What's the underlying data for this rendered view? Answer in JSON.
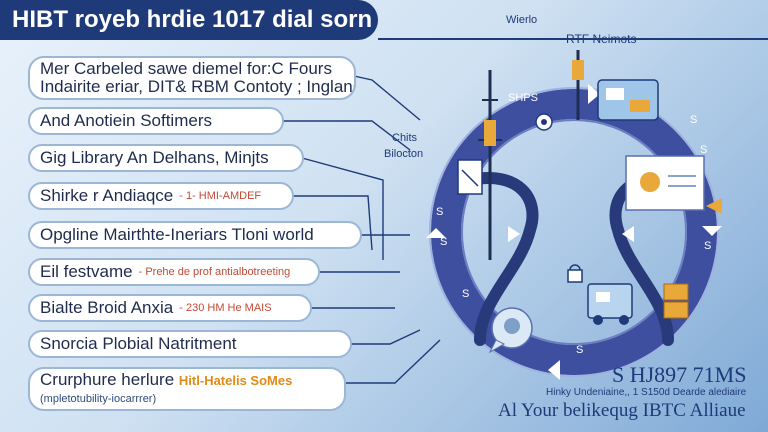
{
  "title": "HIBT royeb hrdie 1017 dial sorn",
  "items": [
    {
      "line1": "Mer Carbeled sawe diemel for:C Fours",
      "line2": "Indairite eriar, DIT& RBM Contoty ; Ingland"
    },
    {
      "text": "And Anotiein Softimers"
    },
    {
      "text": "Gig Library An Delhans, Minjts"
    },
    {
      "text": "Shirke r Andiaqce",
      "small": "- 1- HMI-AMDEF"
    },
    {
      "text": "Opgline Mairthte-Ineriars Tloni world"
    },
    {
      "text": "Eil festvame",
      "small": "- Prehe de prof antialbotreeting"
    },
    {
      "text": "Bialte Broid Anxia",
      "small": "- 230 HM He MAIS"
    },
    {
      "text": "Snorcia Plobial Natritment"
    },
    {
      "text": "Crurphure herlure",
      "accent": "Hitl-Hatelis SoMes",
      "sub": "(mpletotubility-iocarrrer)"
    }
  ],
  "labels": {
    "top_small": "Wierlo",
    "top_right": "RTF Neimots",
    "chits": "Chits",
    "biloction": "Bilocton",
    "ring_1": "SHPS",
    "ring_2": "S",
    "ring_3": "S",
    "ring_4": "S",
    "ring_5": "S",
    "ring_6": "S",
    "ring_7": "S",
    "ring_8": "S"
  },
  "footer": {
    "big": "S HJ897 71MS",
    "small": "Hinky Undeniaine,, 1 S150d Dearde alediaire",
    "tagline": "Al Your belikequg IBTC Alliaue"
  },
  "colors": {
    "title_bg": "#1e3a78",
    "ring": "#3f4fa0",
    "accent": "#e08a1a"
  }
}
